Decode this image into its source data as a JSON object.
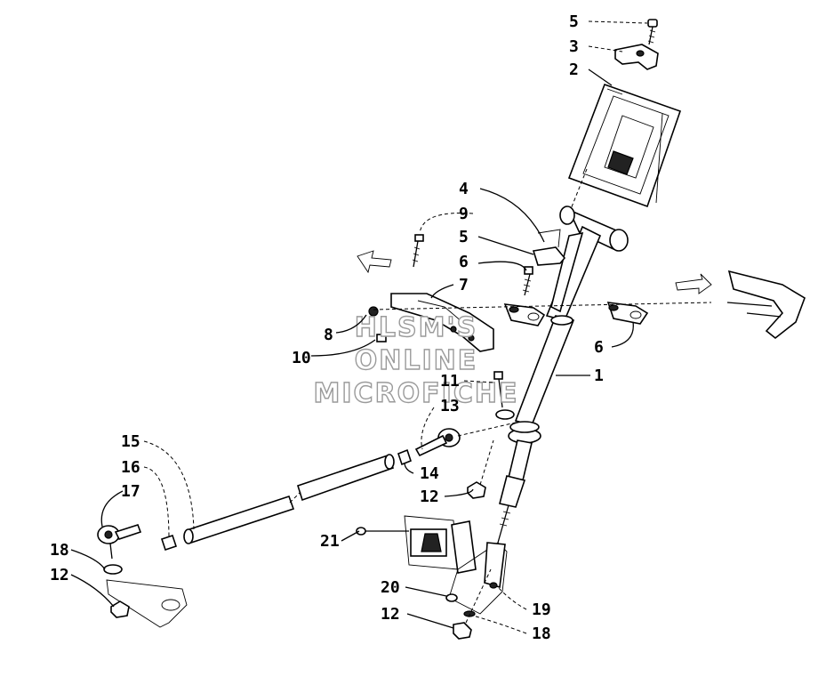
{
  "watermark": {
    "line1": "HLSM'S",
    "line2": "ONLINE",
    "line3": "MICROFICHE"
  },
  "callouts": [
    {
      "id": "c-5-top",
      "label": "5"
    },
    {
      "id": "c-3",
      "label": "3"
    },
    {
      "id": "c-2",
      "label": "2"
    },
    {
      "id": "c-4",
      "label": "4"
    },
    {
      "id": "c-9",
      "label": "9"
    },
    {
      "id": "c-5-mid",
      "label": "5"
    },
    {
      "id": "c-6-top",
      "label": "6"
    },
    {
      "id": "c-7",
      "label": "7"
    },
    {
      "id": "c-8",
      "label": "8"
    },
    {
      "id": "c-10",
      "label": "10"
    },
    {
      "id": "c-6-right",
      "label": "6"
    },
    {
      "id": "c-1",
      "label": "1"
    },
    {
      "id": "c-11",
      "label": "11"
    },
    {
      "id": "c-13",
      "label": "13"
    },
    {
      "id": "c-14",
      "label": "14"
    },
    {
      "id": "c-12-mid",
      "label": "12"
    },
    {
      "id": "c-15",
      "label": "15"
    },
    {
      "id": "c-16",
      "label": "16"
    },
    {
      "id": "c-17",
      "label": "17"
    },
    {
      "id": "c-18-left",
      "label": "18"
    },
    {
      "id": "c-12-left",
      "label": "12"
    },
    {
      "id": "c-21",
      "label": "21"
    },
    {
      "id": "c-20",
      "label": "20"
    },
    {
      "id": "c-19",
      "label": "19"
    },
    {
      "id": "c-12-bottom",
      "label": "12"
    },
    {
      "id": "c-18-bottom",
      "label": "18"
    }
  ]
}
